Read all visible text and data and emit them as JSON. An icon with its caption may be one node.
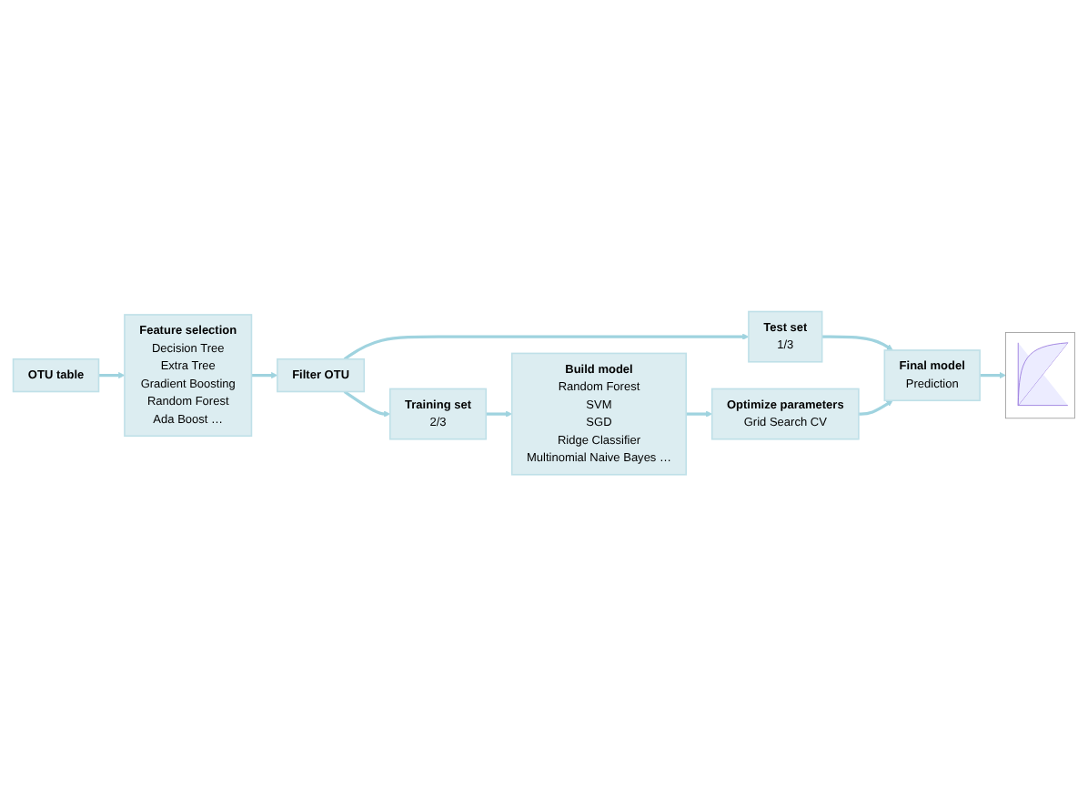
{
  "diagram": {
    "nodes": [
      {
        "text": [
          "OTU table"
        ]
      },
      {
        "text": [
          "Feature selection",
          "Decision Tree",
          "Extra Tree",
          "Gradient Boosting",
          "Random Forest",
          "Ada Boost …"
        ]
      },
      {
        "text": [
          "Filter OTU"
        ]
      },
      {
        "text": [
          "Training set",
          "2/3"
        ]
      },
      {
        "text": [
          "Test set",
          "1/3"
        ]
      },
      {
        "text": [
          "Build model",
          "Random Forest",
          "SVM",
          "SGD",
          "Ridge Classifier",
          "Multinomial Naive Bayes …"
        ]
      },
      {
        "text": [
          "Optimize parameters",
          "Grid Search CV"
        ]
      },
      {
        "text": [
          "Final model",
          "Prediction"
        ]
      },
      {
        "text": [],
        "shape": "picture"
      }
    ],
    "edges": [
      {
        "from": 0,
        "to": 1,
        "arrow": "to"
      },
      {
        "from": 1,
        "to": 2,
        "arrow": "to"
      },
      {
        "from": 2,
        "to": 3,
        "arrow": "to"
      },
      {
        "from": 2,
        "to": 4,
        "arrow": "to"
      },
      {
        "from": 3,
        "to": 5,
        "arrow": "to"
      },
      {
        "from": 4,
        "to": 7,
        "arrow": "to"
      },
      {
        "from": 5,
        "to": 6,
        "arrow": "to"
      },
      {
        "from": 6,
        "to": 7,
        "arrow": "to"
      },
      {
        "from": 7,
        "to": 8,
        "arrow": "to"
      }
    ]
  }
}
